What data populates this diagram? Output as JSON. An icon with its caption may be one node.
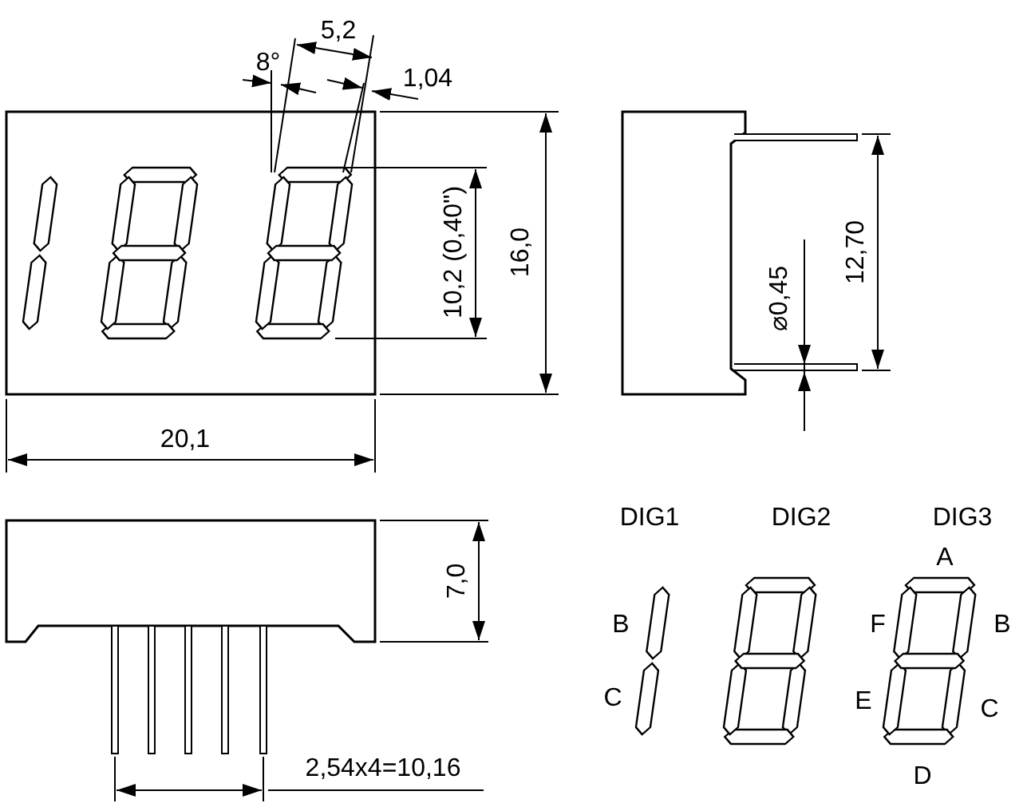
{
  "diagram": {
    "labels": [
      "8°",
      "5,2",
      "1,04",
      "10,2 (0,40\")",
      "16,0",
      "20,1",
      "⌀0,45",
      "12,70",
      "7,0",
      "2,54x4=10,16",
      "DIG1",
      "DIG2",
      "DIG3",
      "A",
      "B",
      "F",
      "B",
      "C",
      "E",
      "C",
      "D"
    ]
  }
}
